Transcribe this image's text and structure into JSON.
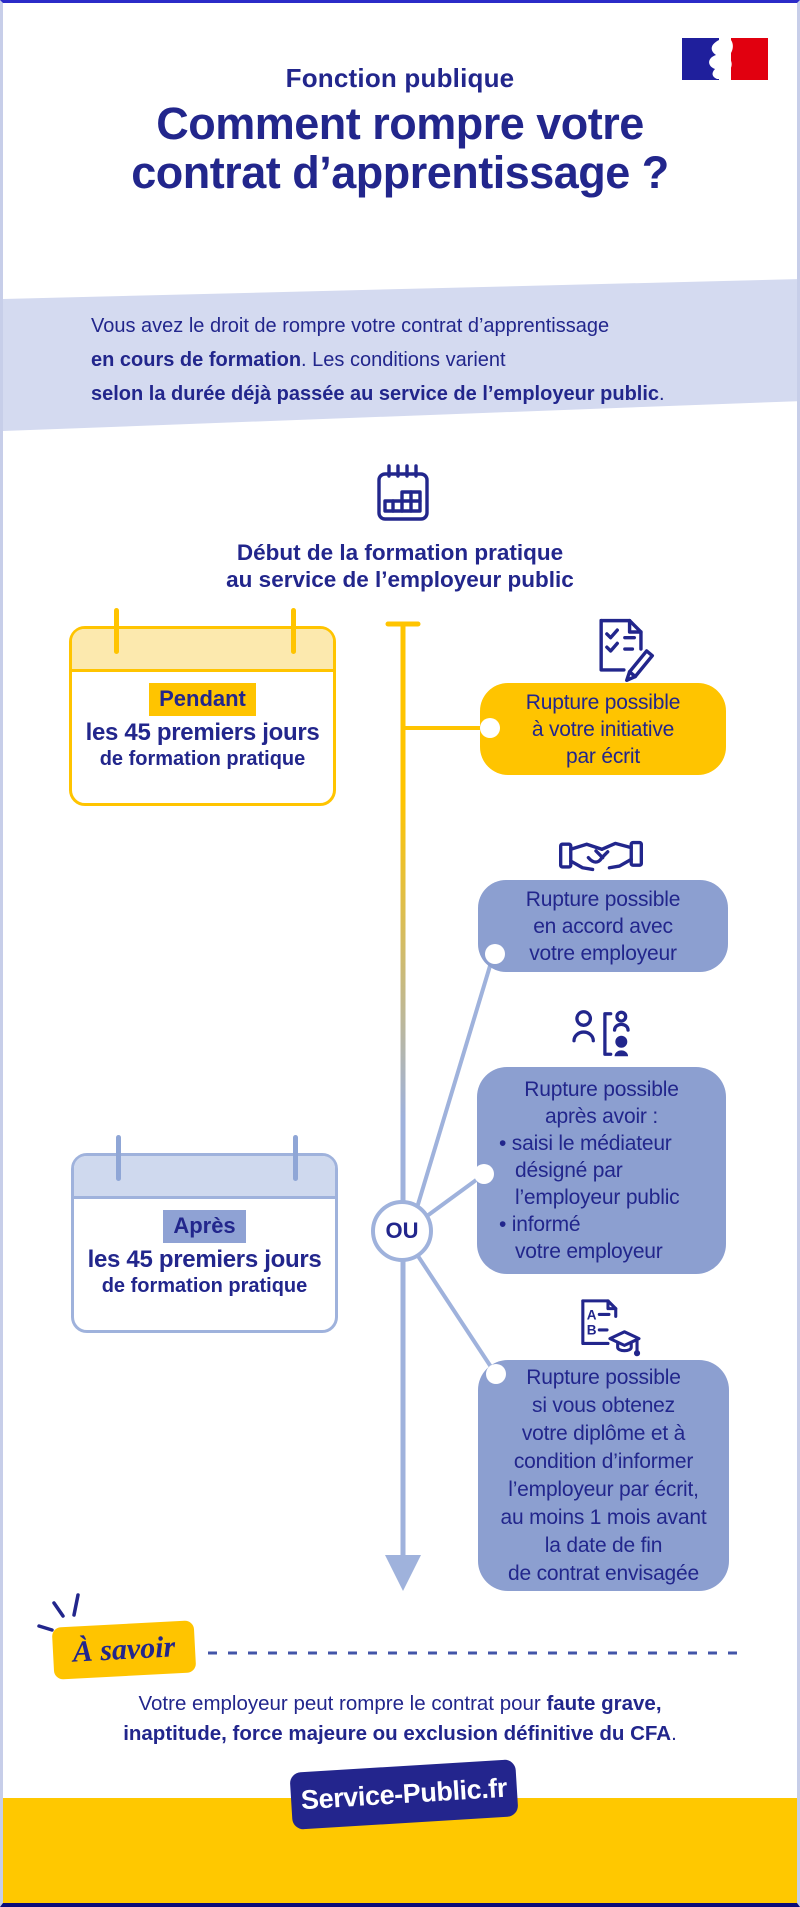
{
  "header": {
    "brand": "Fonction publique",
    "title_line1": "Comment rompre votre",
    "title_line2": "contrat d’apprentissage ?"
  },
  "intro": {
    "line1": "Vous avez le droit de rompre votre contrat d’apprentissage",
    "line2_bold": "en cours de formation",
    "line2_rest": ". Les conditions varient",
    "line3_bold": "selon la durée déjà passée au service de l’employeur public",
    "line3_rest": "."
  },
  "timeline": {
    "start_line1": "Début de la formation pratique",
    "start_line2": "au service de l’employeur public",
    "or_label": "OU"
  },
  "pendant_card": {
    "highlight": "Pendant",
    "line1": "les 45 premiers jours",
    "line2": "de formation pratique"
  },
  "apres_card": {
    "highlight": "Après",
    "line1": "les 45 premiers jours",
    "line2": "de formation pratique"
  },
  "bubbles": {
    "initiative": {
      "lines": [
        "Rupture possible",
        "à votre initiative",
        "par écrit"
      ]
    },
    "accord": {
      "lines": [
        "Rupture possible",
        "en accord avec",
        "votre employeur"
      ]
    },
    "mediateur": {
      "lines": [
        "Rupture possible",
        "après avoir :",
        "• saisi le médiateur",
        "désigné par",
        "l’employeur public",
        "• informé",
        "votre employeur"
      ]
    },
    "diplome": {
      "lines": [
        "Rupture possible",
        "si vous obtenez",
        "votre diplôme et à",
        "condition d’informer",
        "l’employeur par écrit,",
        "au moins 1 mois avant",
        "la date de fin",
        "de contrat envisagée"
      ],
      "icon_letter1": "A",
      "icon_letter2": "B"
    }
  },
  "footnote": {
    "label": "À savoir",
    "text_regular": "Votre employeur peut rompre le contrat pour ",
    "text_bold1": "faute grave,",
    "text_bold2": "inaptitude, force majeure ou exclusion définitive du CFA",
    "text_end": "."
  },
  "footer": {
    "logo_text": "Service-Public.fr"
  },
  "colors": {
    "navy": "#22268C",
    "yellow": "#FFC400",
    "footer_yellow": "#FFC800",
    "bubble_blue": "#8C9FD0",
    "line_blue": "#9FB2DC",
    "band_lavender": "#D4DAF0",
    "calendar_band_yellow": "#FCE9AE",
    "calendar_band_blue": "#CFD9EE",
    "logo_blue": "#1F1F9C",
    "logo_red": "#E1000F"
  }
}
